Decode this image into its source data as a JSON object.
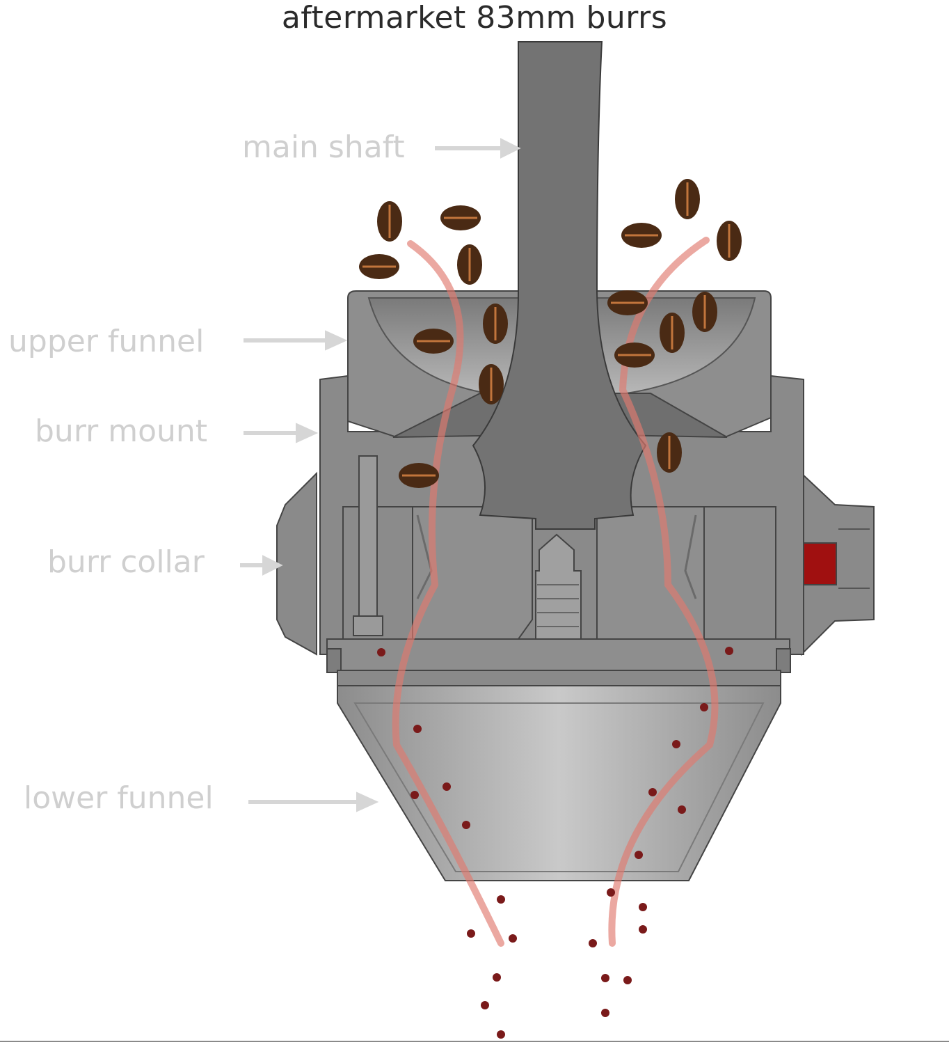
{
  "diagram": {
    "title": "aftermarket 83mm burrs",
    "labels": {
      "main_shaft": "main shaft",
      "upper_funnel": "upper funnel",
      "burr_mount": "burr mount",
      "burr_collar": "burr collar",
      "lower_funnel": "lower funnel"
    },
    "colors": {
      "body": "#8a8a8a",
      "body_light": "#a3a3a3",
      "body_dark": "#6e6e6e",
      "label": "#cfcfcf",
      "flow_path": "#e07a6e",
      "bean": "#4a2a14",
      "grounds": "#7a1a1a",
      "red_part": "#a01010"
    }
  }
}
